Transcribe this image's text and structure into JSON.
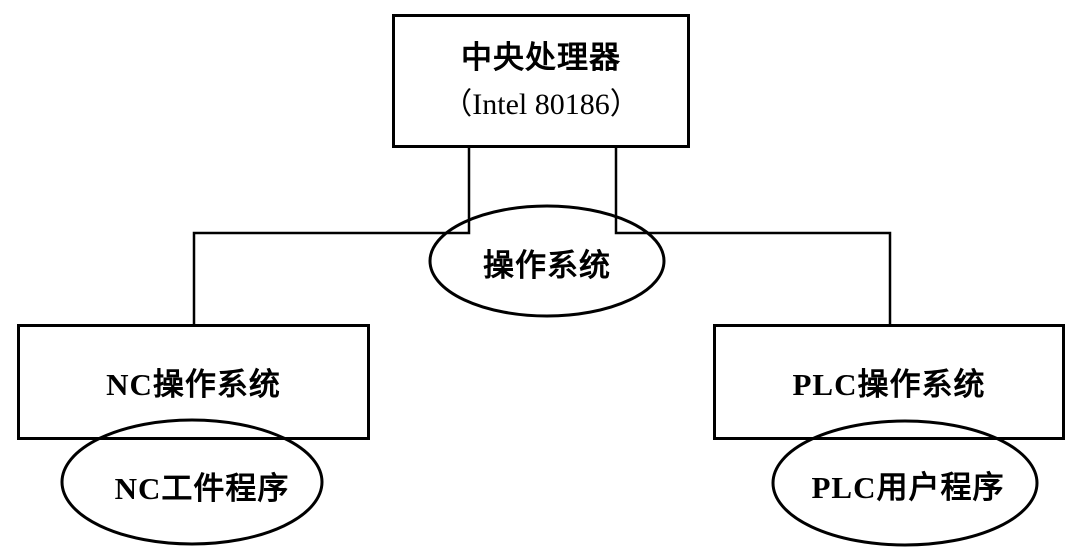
{
  "diagram": {
    "background_color": "#ffffff",
    "stroke_color": "#000000",
    "nodes": {
      "cpu": {
        "shape": "rectangle",
        "line1": "中央处理器",
        "line2": "（Intel 80186）"
      },
      "os": {
        "shape": "ellipse",
        "label": "操作系统"
      },
      "nc_os": {
        "shape": "rectangle",
        "label": "NC操作系统"
      },
      "nc_program": {
        "shape": "ellipse",
        "label": "NC工件程序"
      },
      "plc_os": {
        "shape": "rectangle",
        "label": "PLC操作系统"
      },
      "plc_program": {
        "shape": "ellipse",
        "label": "PLC用户程序"
      }
    },
    "edges": [
      {
        "from": "cpu",
        "to": "nc_os",
        "via": "os"
      },
      {
        "from": "cpu",
        "to": "plc_os",
        "via": "os"
      }
    ]
  }
}
